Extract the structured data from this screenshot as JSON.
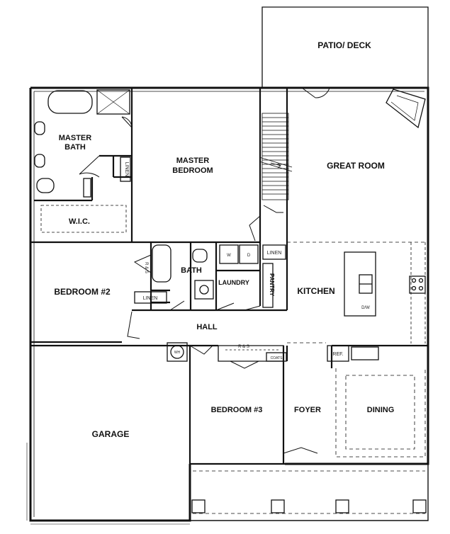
{
  "plan": {
    "rooms": {
      "patio_deck": "PATIO/ DECK",
      "master_bath": [
        "MASTER",
        "BATH"
      ],
      "master_bedroom": [
        "MASTER",
        "BEDROOM"
      ],
      "great_room": "GREAT ROOM",
      "wic": "W.I.C.",
      "bedroom2": "BEDROOM #2",
      "bath": "BATH",
      "laundry": "LAUNDRY",
      "pantry": "PANTRY",
      "kitchen": "KITCHEN",
      "hall": "HALL",
      "bedroom3": "BEDROOM #3",
      "foyer": "FOYER",
      "dining": "DINING",
      "garage": "GARAGE"
    },
    "fixtures": {
      "linen_master": "LINEN",
      "linen_bed2": "LINEN",
      "linen_kitchen": "LINEN",
      "rs_bed2": "R & S",
      "rs_bed3": "R & S",
      "coats": "COATS",
      "ref": "REF.",
      "dw": "D/W",
      "washer": "W",
      "dryer": "D",
      "water_heater": "WH"
    }
  }
}
